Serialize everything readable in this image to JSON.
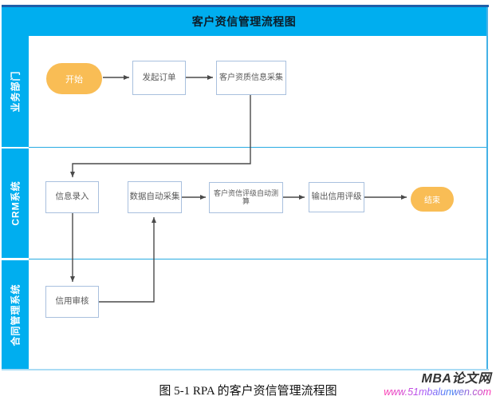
{
  "diagram": {
    "title": "客户资信管理流程图",
    "lanes": [
      {
        "label": "业务部门"
      },
      {
        "label": "CRM系统"
      },
      {
        "label": "合同管理系统"
      }
    ],
    "nodes": {
      "start": {
        "label": "开始",
        "type": "terminal"
      },
      "initiate_order": {
        "label": "发起订单",
        "type": "process"
      },
      "collect_info": {
        "label": "客户资质信息采集",
        "type": "process"
      },
      "info_entry": {
        "label": "信息录入",
        "type": "process"
      },
      "auto_collect": {
        "label": "数据自动采集",
        "type": "process"
      },
      "auto_rating_calc": {
        "label": "客户资信评级自动测算",
        "type": "process"
      },
      "output_rating": {
        "label": "输出信用评级",
        "type": "process"
      },
      "end": {
        "label": "结束",
        "type": "terminal"
      },
      "credit_review": {
        "label": "信用审核",
        "type": "process"
      }
    },
    "edges": [
      {
        "from": "start",
        "to": "initiate_order"
      },
      {
        "from": "initiate_order",
        "to": "collect_info"
      },
      {
        "from": "collect_info",
        "to": "info_entry"
      },
      {
        "from": "info_entry",
        "to": "credit_review"
      },
      {
        "from": "credit_review",
        "to": "auto_collect"
      },
      {
        "from": "auto_collect",
        "to": "auto_rating_calc"
      },
      {
        "from": "auto_rating_calc",
        "to": "output_rating"
      },
      {
        "from": "output_rating",
        "to": "end"
      }
    ],
    "colors": {
      "header_bg": "#00AEEF",
      "header_topline": "#1E5FA8",
      "lane_separator": "#29ABE2",
      "terminal_fill": "#F9BD55",
      "box_border": "#A9C0DE",
      "box_text": "#595959",
      "arrow": "#4A4A4A"
    }
  },
  "caption": "图 5-1  RPA 的客户资信管理流程图",
  "watermark": {
    "site_name": "MBA论文网",
    "site_url": "www.51mbalunwen.com"
  }
}
